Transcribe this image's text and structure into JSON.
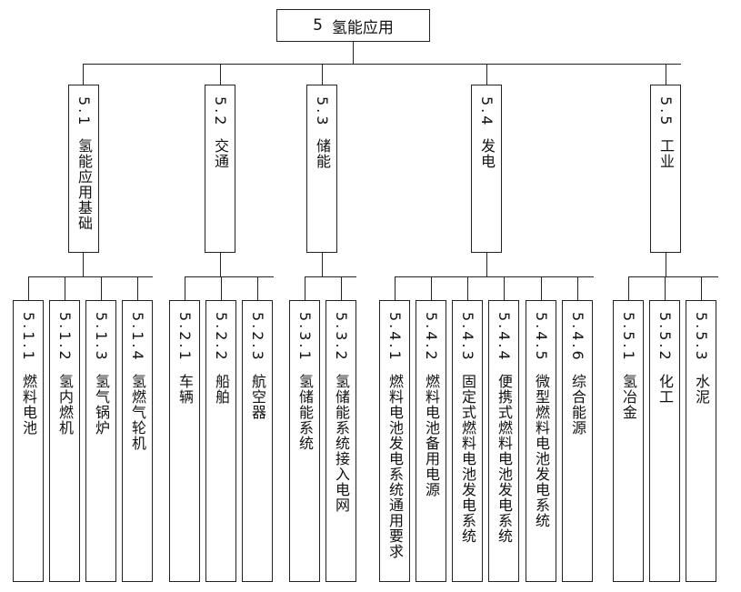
{
  "root": {
    "code": "5",
    "label": "氢能应用"
  },
  "categories": [
    {
      "code": "5.1",
      "label": "氢能应用基础",
      "children": [
        {
          "code": "5.1.1",
          "label": "燃料电池"
        },
        {
          "code": "5.1.2",
          "label": "氢内燃机"
        },
        {
          "code": "5.1.3",
          "label": "氢气锅炉"
        },
        {
          "code": "5.1.4",
          "label": "氢燃气轮机"
        }
      ]
    },
    {
      "code": "5.2",
      "label": "交通",
      "children": [
        {
          "code": "5.2.1",
          "label": "车辆"
        },
        {
          "code": "5.2.2",
          "label": "船舶"
        },
        {
          "code": "5.2.3",
          "label": "航空器"
        }
      ]
    },
    {
      "code": "5.3",
      "label": "储能",
      "children": [
        {
          "code": "5.3.1",
          "label": "氢储能系统"
        },
        {
          "code": "5.3.2",
          "label": "氢储能系统接入电网"
        }
      ]
    },
    {
      "code": "5.4",
      "label": "发电",
      "children": [
        {
          "code": "5.4.1",
          "label": "燃料电池发电系统通用要求"
        },
        {
          "code": "5.4.2",
          "label": "燃料电池备用电源"
        },
        {
          "code": "5.4.3",
          "label": "固定式燃料电池发电系统"
        },
        {
          "code": "5.4.4",
          "label": "便携式燃料电池发电系统"
        },
        {
          "code": "5.4.5",
          "label": "微型燃料电池发电系统"
        },
        {
          "code": "5.4.6",
          "label": "综合能源"
        }
      ]
    },
    {
      "code": "5.5",
      "label": "工业",
      "children": [
        {
          "code": "5.5.1",
          "label": "氢冶金"
        },
        {
          "code": "5.5.2",
          "label": "化工"
        },
        {
          "code": "5.5.3",
          "label": "水泥"
        }
      ]
    }
  ]
}
